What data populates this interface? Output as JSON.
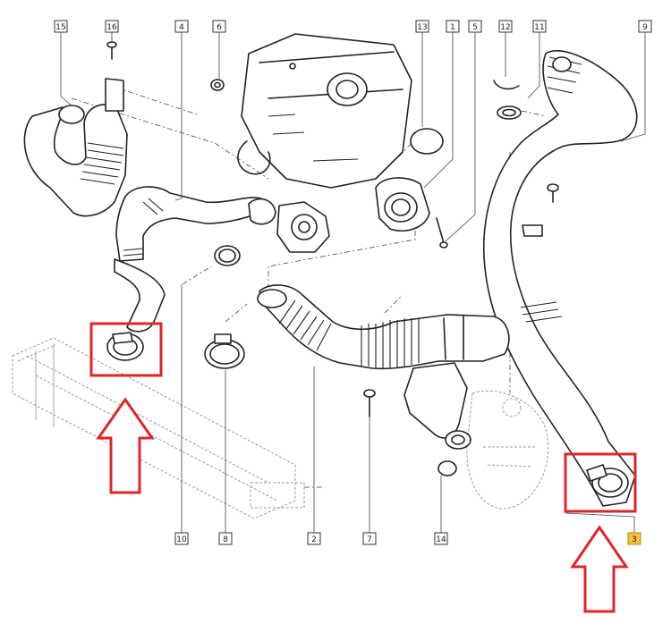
{
  "callouts": [
    {
      "id": "c15",
      "label": "15",
      "highlight": false
    },
    {
      "id": "c16",
      "label": "16",
      "highlight": false
    },
    {
      "id": "c4",
      "label": "4",
      "highlight": false
    },
    {
      "id": "c6",
      "label": "6",
      "highlight": false
    },
    {
      "id": "c13",
      "label": "13",
      "highlight": false
    },
    {
      "id": "c1",
      "label": "1",
      "highlight": false
    },
    {
      "id": "c5",
      "label": "5",
      "highlight": false
    },
    {
      "id": "c12",
      "label": "12",
      "highlight": false
    },
    {
      "id": "c11",
      "label": "11",
      "highlight": false
    },
    {
      "id": "c9",
      "label": "9",
      "highlight": false
    },
    {
      "id": "c10",
      "label": "10",
      "highlight": false
    },
    {
      "id": "c8",
      "label": "8",
      "highlight": false
    },
    {
      "id": "c2",
      "label": "2",
      "highlight": false
    },
    {
      "id": "c7",
      "label": "7",
      "highlight": false
    },
    {
      "id": "c14",
      "label": "14",
      "highlight": false
    },
    {
      "id": "c3",
      "label": "3",
      "highlight": true
    }
  ],
  "highlight_color": "#e0242a",
  "callout_highlight_color": "#f5c242"
}
